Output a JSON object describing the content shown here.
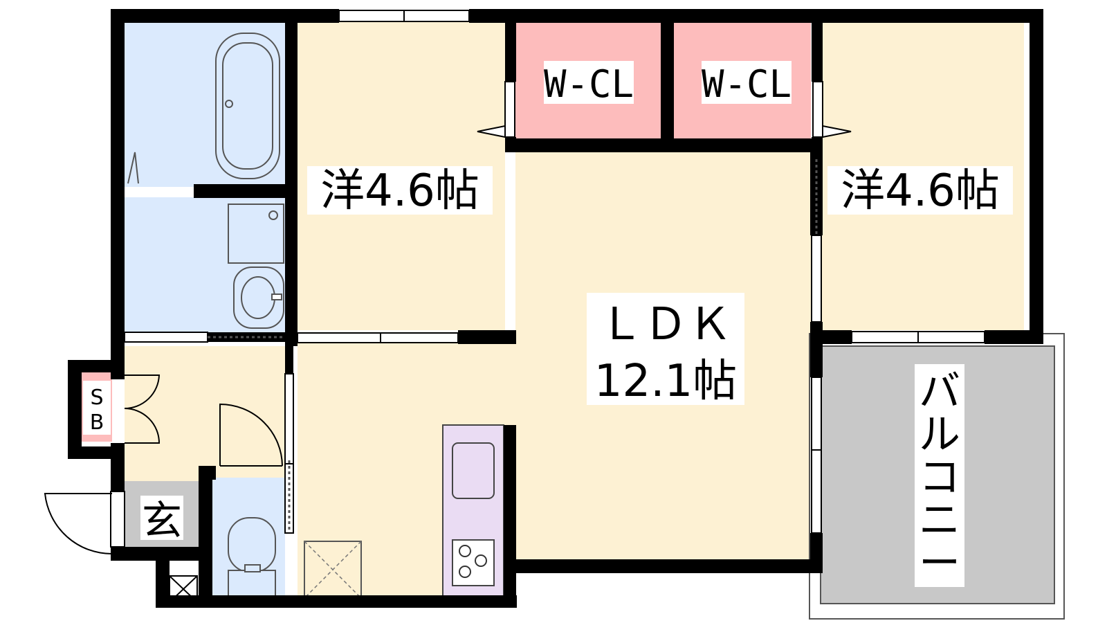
{
  "labels": {
    "bedroom_left": "洋4.6帖",
    "bedroom_right": "洋4.6帖",
    "wcl_left": "W-CL",
    "wcl_right": "W-CL",
    "ldk_name": "ＬＤＫ",
    "ldk_size": "12.1帖",
    "balcony": [
      "バ",
      "ル",
      "コ",
      "ニ",
      "ー"
    ],
    "shoe_box": [
      "S",
      "B"
    ],
    "entrance": "玄"
  },
  "colors": {
    "wall": "#000000",
    "living_floor": "#fdf1d3",
    "wet_area": "#dbeafd",
    "closet": "#fdbcbc",
    "kitchen_counter": "#eadcf3",
    "balcony": "#c8c8c8",
    "entrance": "#c8c8c8"
  }
}
